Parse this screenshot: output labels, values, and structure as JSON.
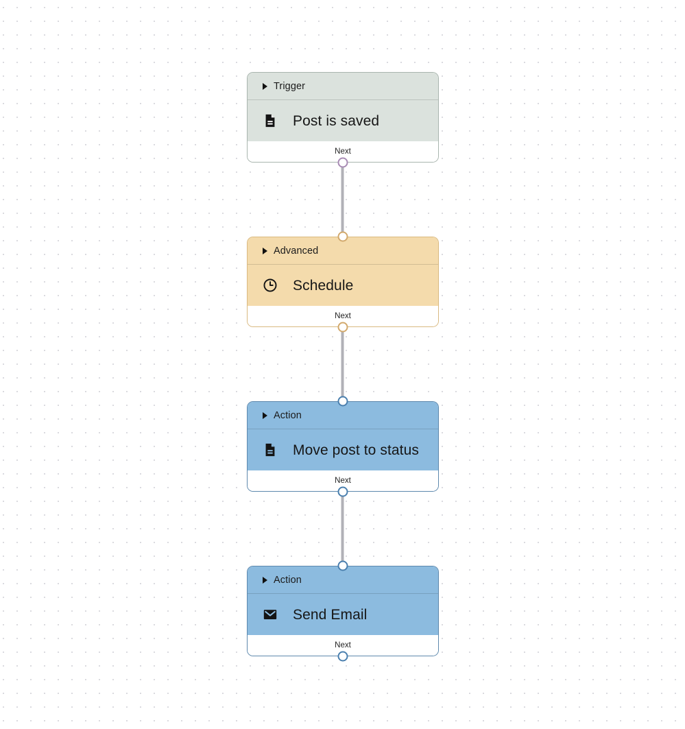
{
  "canvas": {
    "background_color": "#ffffff",
    "dot_color": "#d9d9de",
    "edge_color": "#b1b1b7"
  },
  "nodes": [
    {
      "kind": "trigger",
      "header_label": "Trigger",
      "title": "Post is saved",
      "icon": "document-icon",
      "footer_label": "Next",
      "header_color": "#dbe2dd",
      "body_color": "#dbe2dd",
      "border_color": "#a9b5ae",
      "handle_color": "#a88bb4"
    },
    {
      "kind": "advanced",
      "header_label": "Advanced",
      "title": "Schedule",
      "icon": "clock-icon",
      "footer_label": "Next",
      "header_color": "#f4dbac",
      "body_color": "#f4dbac",
      "border_color": "#d9b980",
      "handle_color": "#d2a96c"
    },
    {
      "kind": "action",
      "header_label": "Action",
      "title": "Move post to status",
      "icon": "document-icon",
      "footer_label": "Next",
      "header_color": "#8cbbdf",
      "body_color": "#8cbbdf",
      "border_color": "#5d88ad",
      "handle_color": "#4a7fae"
    },
    {
      "kind": "action",
      "header_label": "Action",
      "title": "Send Email",
      "icon": "envelope-icon",
      "footer_label": "Next",
      "header_color": "#8cbbdf",
      "body_color": "#8cbbdf",
      "border_color": "#5d88ad",
      "handle_color": "#4a7fae"
    }
  ]
}
